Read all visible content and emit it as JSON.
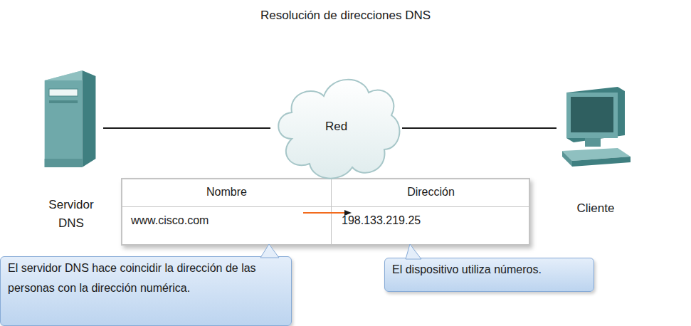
{
  "diagram": {
    "title": "Resolución de direcciones DNS",
    "nodes": [
      {
        "text": [
          "Servidor DNS"
        ]
      },
      {
        "text": [
          "Red"
        ]
      },
      {
        "text": [
          "Cliente"
        ]
      },
      {
        "text": [
          "El servidor DNS hace coincidir la dirección de las personas con la dirección numérica."
        ]
      },
      {
        "text": [
          "El dispositivo utiliza números."
        ]
      }
    ],
    "edges": [
      {
        "from": 0,
        "to": 1,
        "arrow": "none"
      },
      {
        "from": 1,
        "to": 2,
        "arrow": "none"
      }
    ],
    "labels": [
      "Nombre",
      "Dirección",
      "www.cisco.com",
      "198.133.219.25"
    ]
  }
}
